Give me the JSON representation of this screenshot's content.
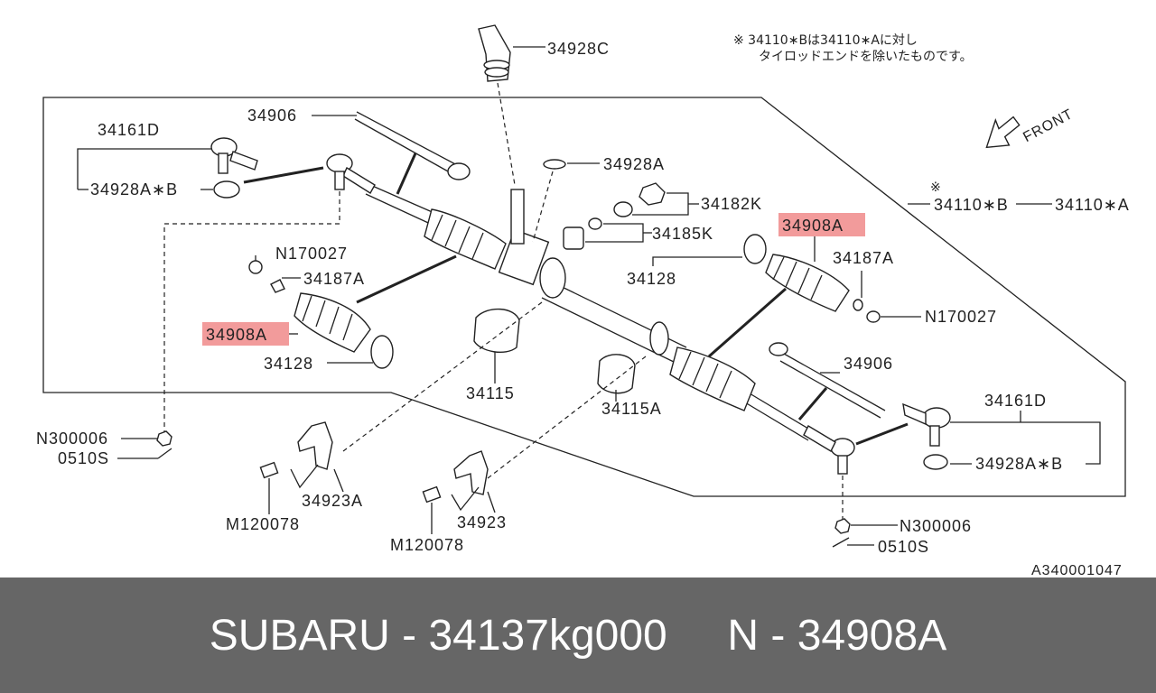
{
  "diagram": {
    "labels": {
      "l34928C": "34928C",
      "l34906a": "34906",
      "l34161Da": "34161D",
      "l34928AB_a": "34928A∗B",
      "l34928A": "34928A",
      "l34182K": "34182K",
      "l34185K": "34185K",
      "l34128a": "34128",
      "l34908A_r": "34908A",
      "l34187A_r": "34187A",
      "lN170027_r": "N170027",
      "lN170027_l": "N170027",
      "l34187A_l": "34187A",
      "l34908A_l": "34908A",
      "l34128b": "34128",
      "l34115": "34115",
      "l34115A": "34115A",
      "l34906b": "34906",
      "l34161Db": "34161D",
      "l34928AB_b": "34928A∗B",
      "l34110B": "34110∗B",
      "l34110A": "34110∗A",
      "lN300006_l": "N300006",
      "l0510S_l": "0510S",
      "l34923A": "34923A",
      "lM120078_a": "M120078",
      "l34923": "34923",
      "lM120078_b": "M120078",
      "lN300006_r": "N300006",
      "l0510S_r": "0510S",
      "code": "A340001047",
      "front": "FRONT",
      "asterisk": "※"
    },
    "note_line1": "※ 34110∗Bは34110∗Aに対し",
    "note_line2": "タイロッドエンドを除いたものです。",
    "highlight_color": "#f08a8a"
  },
  "footer": {
    "text": "SUBARU - 34137kg000     N - 34908A",
    "background": "#666666",
    "color": "#ffffff"
  }
}
